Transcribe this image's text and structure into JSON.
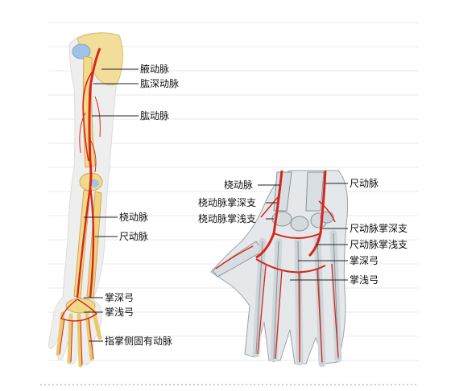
{
  "left_labels": [
    {
      "id": "axillary",
      "text": "腋动脉"
    },
    {
      "id": "deep-brachial",
      "text": "肱深动脉"
    },
    {
      "id": "brachial",
      "text": "肱动脉"
    },
    {
      "id": "radial",
      "text": "桡动脉"
    },
    {
      "id": "ulnar",
      "text": "尺动脉"
    },
    {
      "id": "deep-arch",
      "text": "掌深弓"
    },
    {
      "id": "superficial-arch",
      "text": "掌浅弓"
    },
    {
      "id": "digital",
      "text": "指掌侧固有动脉"
    }
  ],
  "right_labels": [
    {
      "id": "radial",
      "text": "桡动脉"
    },
    {
      "id": "radial-deep-palmar",
      "text": "桡动脉掌深支"
    },
    {
      "id": "radial-superficial-palmar",
      "text": "桡动脉掌浅支"
    },
    {
      "id": "ulnar",
      "text": "尺动脉"
    },
    {
      "id": "ulnar-deep-palmar",
      "text": "尺动脉掌深支"
    },
    {
      "id": "ulnar-superficial-palmar",
      "text": "尺动脉掌浅支"
    },
    {
      "id": "deep-arch",
      "text": "掌深弓"
    },
    {
      "id": "superficial-arch",
      "text": "掌浅弓"
    }
  ],
  "colors": {
    "artery": "#d8261c",
    "bone": "#f3d98a",
    "skin": "#ececec",
    "bone_shadow": "#caa85a"
  }
}
